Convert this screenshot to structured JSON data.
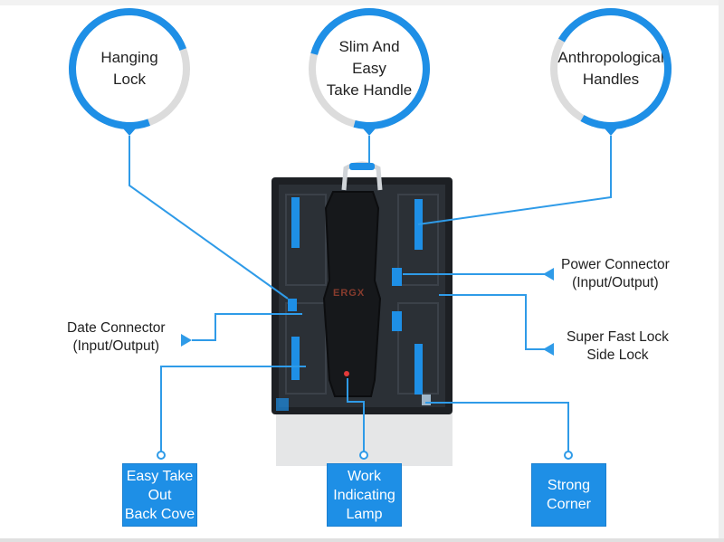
{
  "colors": {
    "accent": "#1e8fe6",
    "line": "#2f9be8",
    "ring": "#dcdcdc",
    "cabinet": "#26292e"
  },
  "top_labels": [
    {
      "lines": [
        "Hanging",
        "Lock"
      ],
      "icon": "circle-callout"
    },
    {
      "lines": [
        "Slim And Easy",
        "Take Handle"
      ],
      "icon": "circle-callout"
    },
    {
      "lines": [
        "Anthropological",
        "Handles"
      ],
      "icon": "circle-callout"
    }
  ],
  "side_labels": {
    "date_connector": [
      "Date Connector",
      "(Input/Output)"
    ],
    "power_connector": [
      "Power Connector",
      "(Input/Output)"
    ],
    "super_fast_lock": [
      "Super Fast Lock",
      "Side Lock"
    ]
  },
  "bottom_boxes": [
    {
      "lines": [
        "Easy Take",
        "Out",
        "Back Cove"
      ]
    },
    {
      "lines": [
        "Work",
        "Indicating",
        "Lamp"
      ]
    },
    {
      "lines": [
        "Strong",
        "Corner"
      ]
    }
  ],
  "watermark": "ERGX",
  "product": {
    "name": "led-cabinet-back",
    "icon": "cabinet-illustration"
  }
}
